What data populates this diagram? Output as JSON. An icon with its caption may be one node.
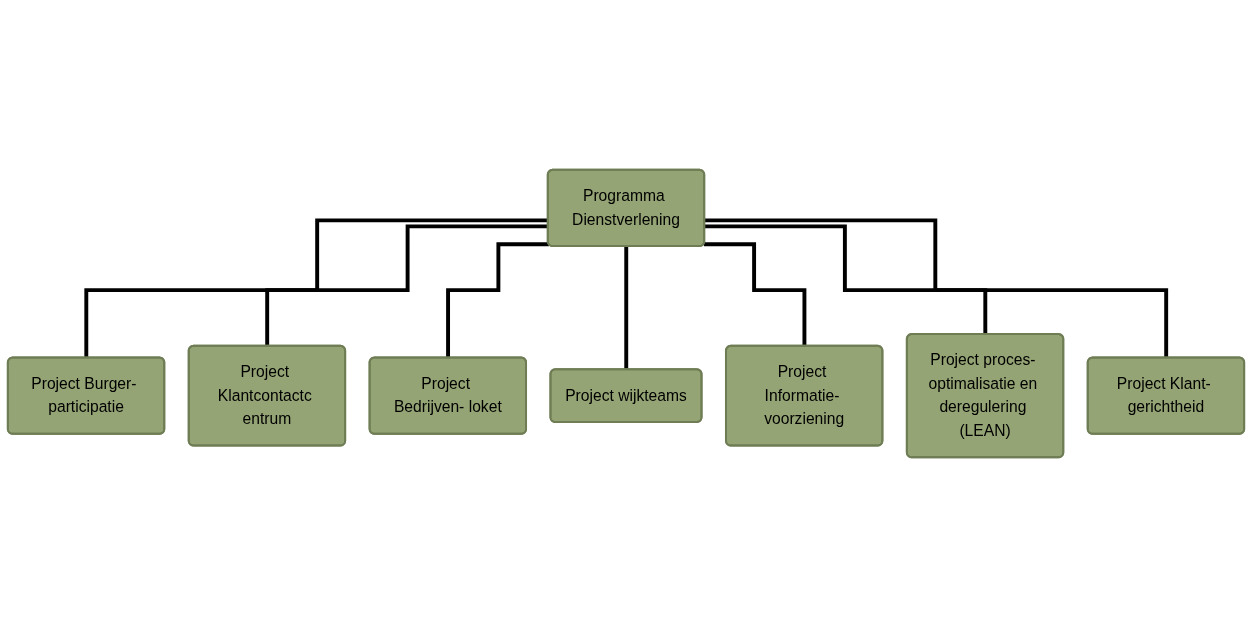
{
  "diagram": {
    "nodes": [
      {
        "text": [
          "Programma Dienstverlening"
        ]
      },
      {
        "text": [
          "Project Burger- participatie"
        ]
      },
      {
        "text": [
          "Project Klantcontactc entrum"
        ]
      },
      {
        "text": [
          "Project Bedrijven- loket"
        ]
      },
      {
        "text": [
          "Project wijkteams"
        ]
      },
      {
        "text": [
          "Project Informatie- voorziening"
        ]
      },
      {
        "text": [
          "Project proces- optimalisatie en deregulering (LEAN)"
        ]
      },
      {
        "text": [
          "Project Klant- gerichtheid"
        ]
      }
    ],
    "edges": [
      {
        "from": 0,
        "to": 1,
        "arrow": "none"
      },
      {
        "from": 0,
        "to": 2,
        "arrow": "none"
      },
      {
        "from": 0,
        "to": 3,
        "arrow": "none"
      },
      {
        "from": 0,
        "to": 4,
        "arrow": "none"
      },
      {
        "from": 0,
        "to": 5,
        "arrow": "none"
      },
      {
        "from": 0,
        "to": 6,
        "arrow": "none"
      },
      {
        "from": 0,
        "to": 7,
        "arrow": "none"
      }
    ]
  }
}
